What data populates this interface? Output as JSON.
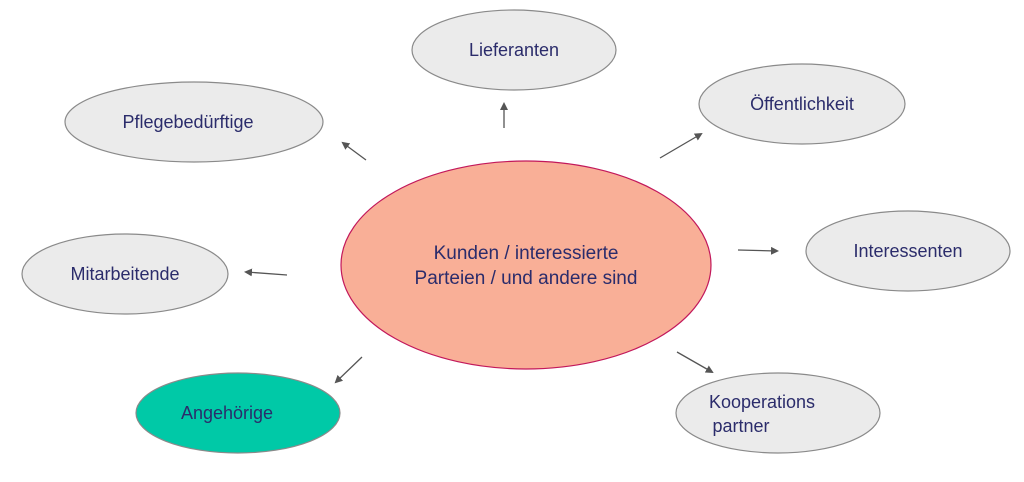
{
  "diagram": {
    "center": {
      "line1": "Kunden / interessierte",
      "line2": "Parteien / und andere sind",
      "fill": "#f9af97",
      "stroke": "#c2185b"
    },
    "nodes": {
      "lieferanten": "Lieferanten",
      "oeffentlichkeit": "Öffentlichkeit",
      "pflegebeduerftige": "Pflegebedürftige",
      "interessenten": "Interessenten",
      "mitarbeitende": "Mitarbeitende",
      "angehoerige": "Angehörige",
      "kooperations_line1": "Kooperations",
      "kooperations_line2": "partner"
    },
    "colors": {
      "node_fill": "#ebebeb",
      "node_stroke": "#8a8a8a",
      "highlight_fill": "#00c9a7",
      "text": "#2b2c6b",
      "arrow": "#555555"
    }
  }
}
